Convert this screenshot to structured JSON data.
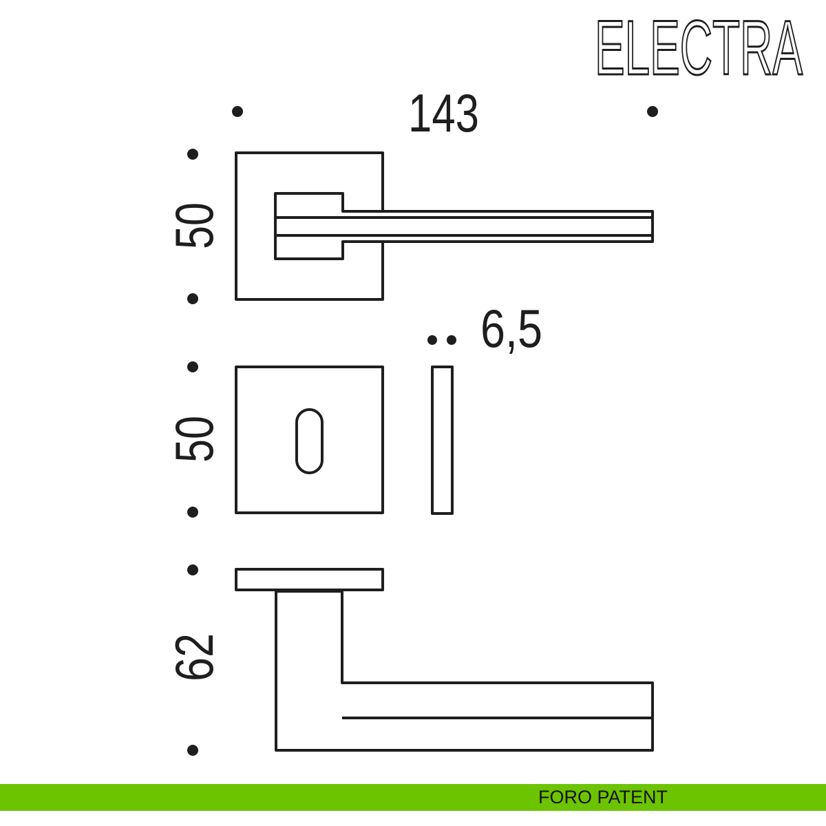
{
  "brand": "ELECTRA",
  "dimensions": {
    "length": "143",
    "rosette_size": "50",
    "escutcheon_size": "50",
    "thickness": "6,5",
    "projection": "62"
  },
  "footer": {
    "label": "FORO PATENT"
  },
  "colors": {
    "accent": "#6cc400",
    "line": "#1e1e1e"
  }
}
